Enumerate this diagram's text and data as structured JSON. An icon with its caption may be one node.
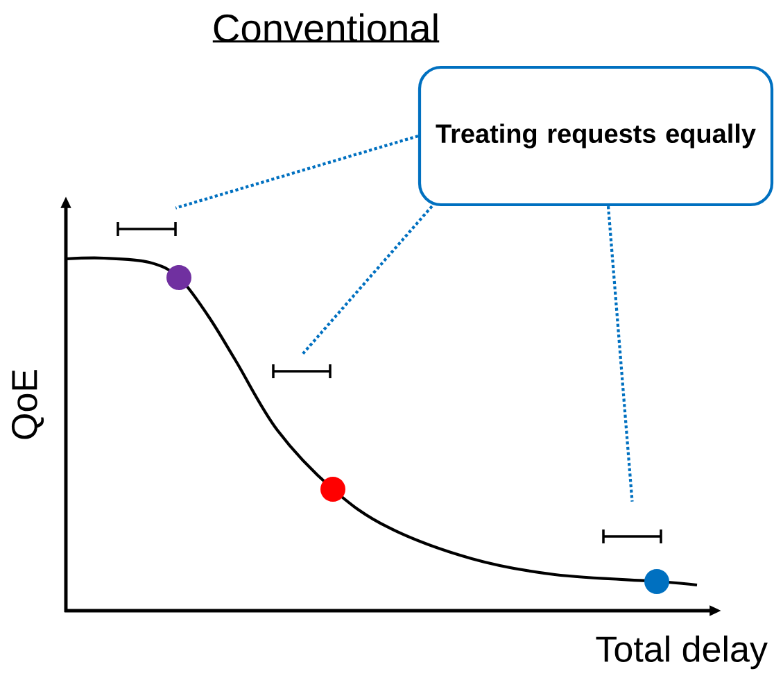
{
  "diagram": {
    "title": "Conventional",
    "nodes": [
      {
        "text": [
          "Treating requests equally"
        ]
      },
      {
        "text": [],
        "shape": "bar"
      },
      {
        "text": [],
        "shape": "bar"
      },
      {
        "text": [],
        "shape": "bar"
      }
    ],
    "edges": [
      {
        "from": 0,
        "to": 1,
        "arrow": "none"
      },
      {
        "from": 0,
        "to": 2,
        "arrow": "none"
      },
      {
        "from": 0,
        "to": 3,
        "arrow": "none"
      }
    ],
    "labels": [
      "QoE",
      "Total delay"
    ]
  }
}
